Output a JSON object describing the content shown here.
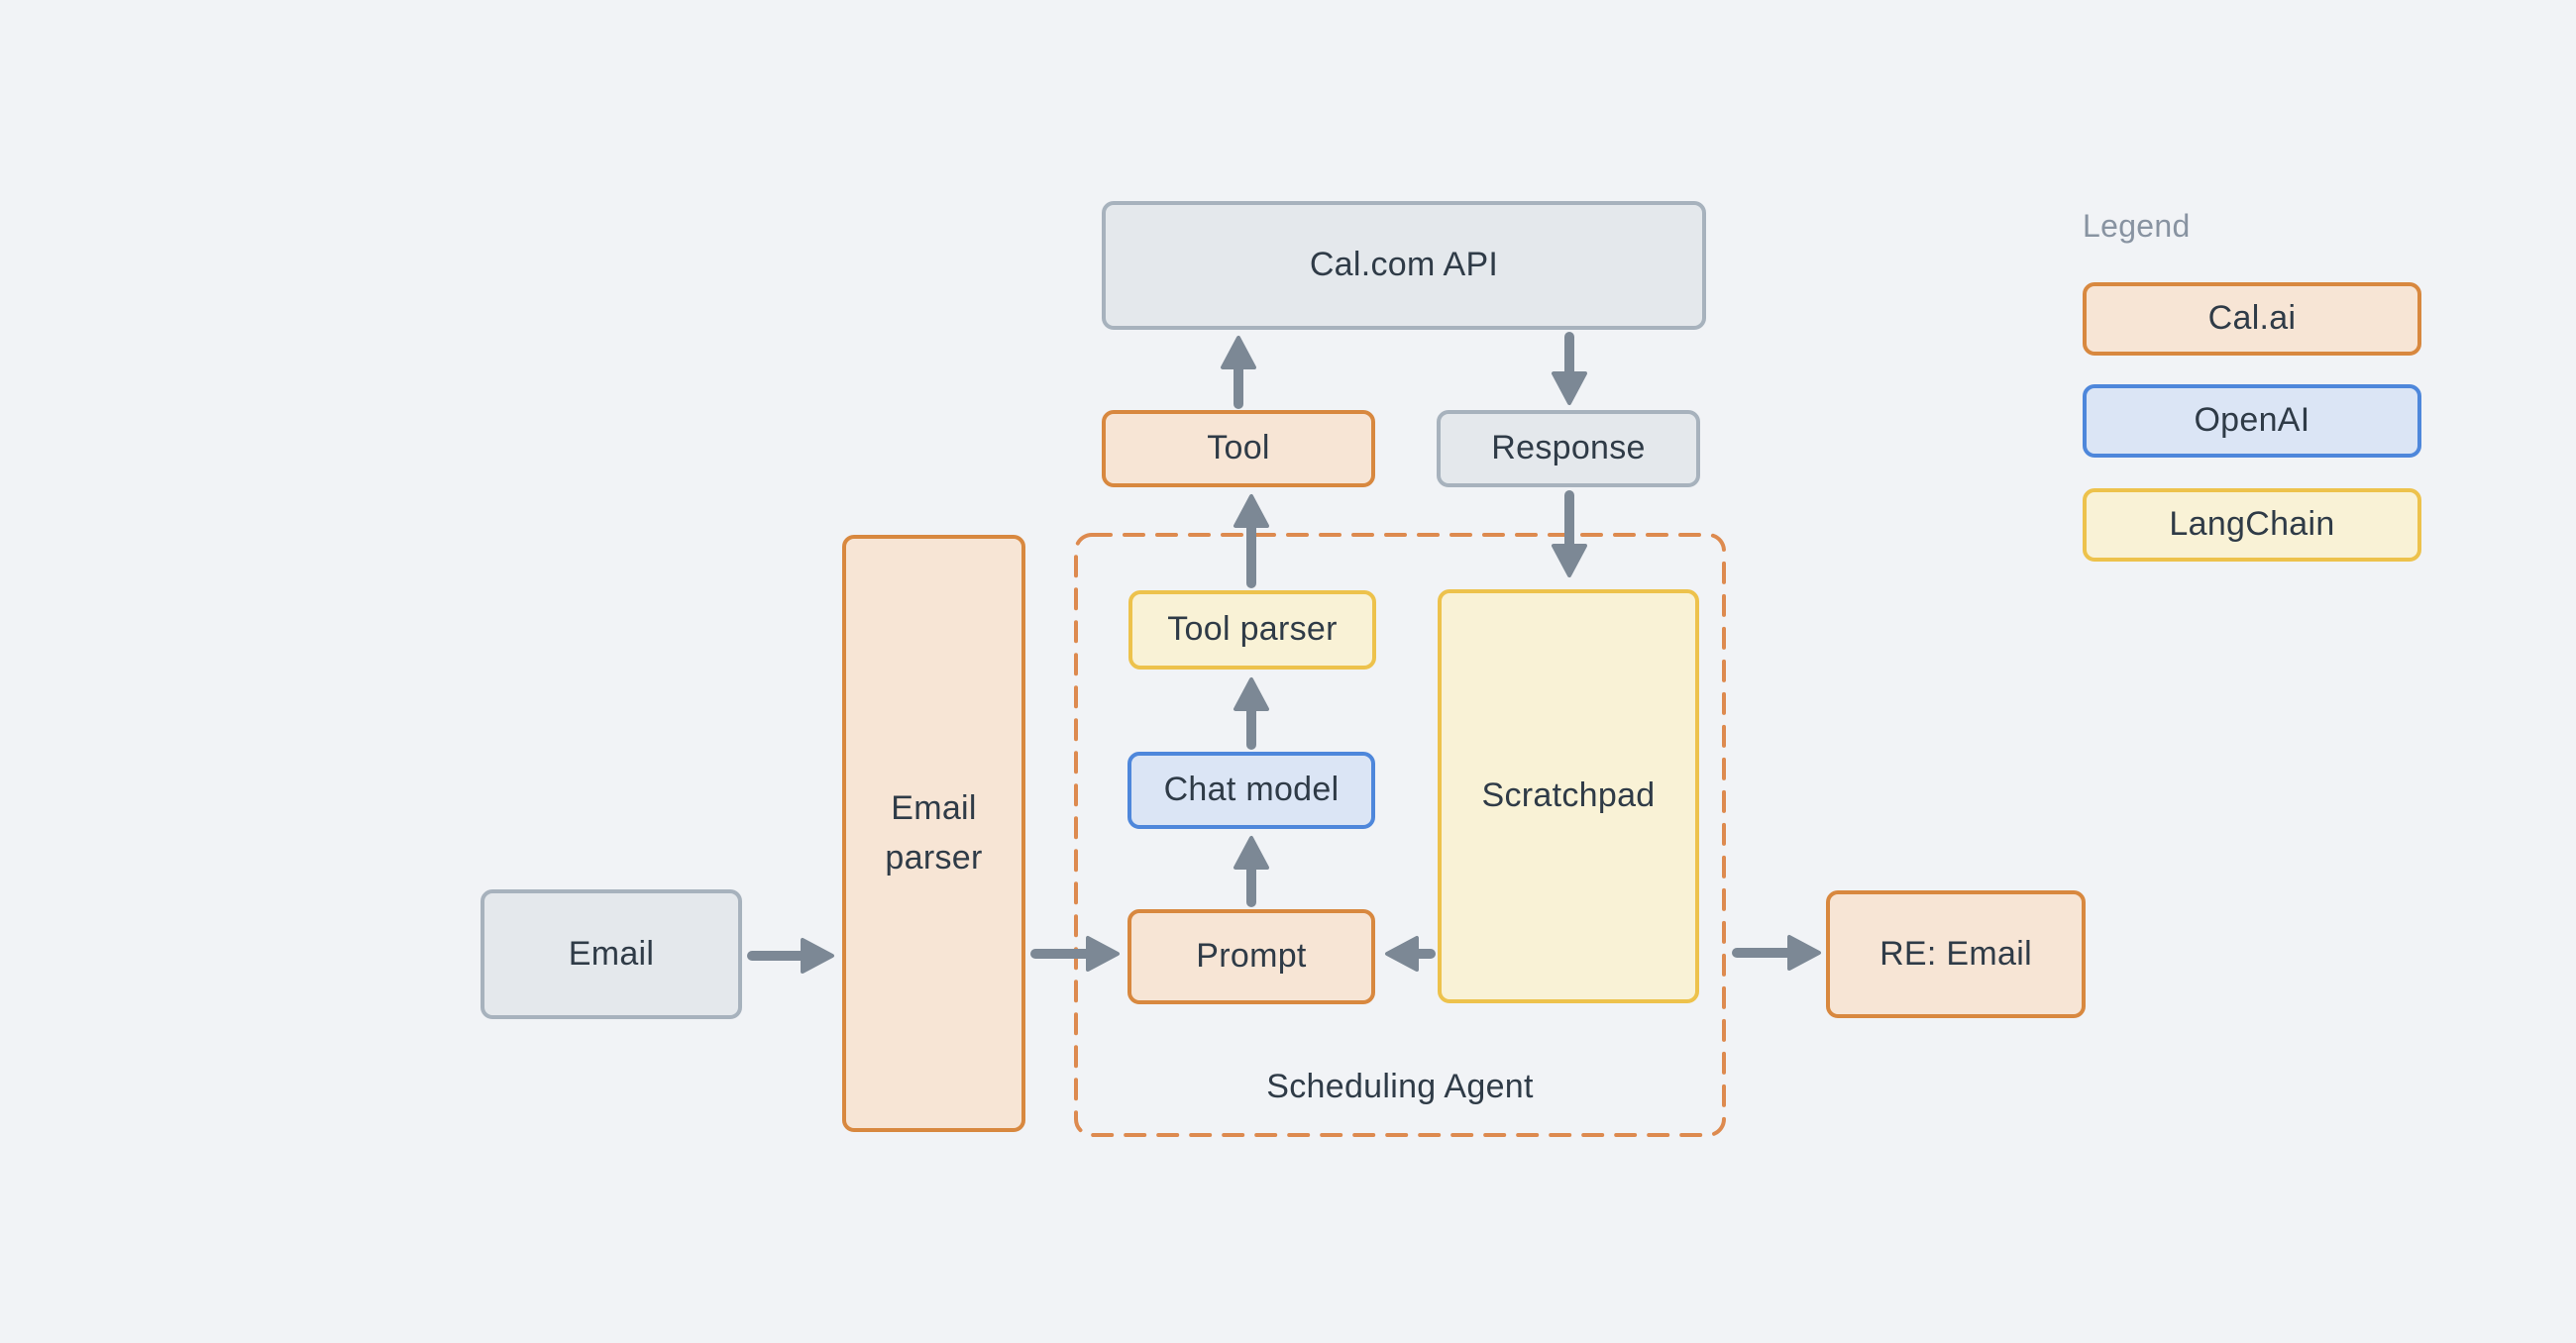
{
  "diagram": {
    "nodes": {
      "cal_api": {
        "label": "Cal.com API",
        "category": "gray"
      },
      "tool": {
        "label": "Tool",
        "category": "calai"
      },
      "response": {
        "label": "Response",
        "category": "gray"
      },
      "tool_parser": {
        "label": "Tool parser",
        "category": "langchain"
      },
      "chat_model": {
        "label": "Chat model",
        "category": "openai"
      },
      "prompt": {
        "label": "Prompt",
        "category": "calai"
      },
      "scratchpad": {
        "label": "Scratchpad",
        "category": "langchain"
      },
      "email": {
        "label": "Email",
        "category": "gray"
      },
      "email_parser": {
        "label": "Email parser",
        "category": "calai"
      },
      "re_email": {
        "label": "RE: Email",
        "category": "calai"
      }
    },
    "group": {
      "label": "Scheduling Agent"
    },
    "edges": [
      {
        "from": "Email",
        "to": "Email parser"
      },
      {
        "from": "Email parser",
        "to": "Prompt"
      },
      {
        "from": "Prompt",
        "to": "Chat model"
      },
      {
        "from": "Chat model",
        "to": "Tool parser"
      },
      {
        "from": "Tool parser",
        "to": "Tool"
      },
      {
        "from": "Tool",
        "to": "Cal.com API"
      },
      {
        "from": "Cal.com API",
        "to": "Response"
      },
      {
        "from": "Response",
        "to": "Scratchpad"
      },
      {
        "from": "Scratchpad",
        "to": "Prompt"
      },
      {
        "from": "Scheduling Agent",
        "to": "RE: Email"
      }
    ],
    "legend": {
      "title": "Legend",
      "items": [
        {
          "label": "Cal.ai",
          "category": "calai"
        },
        {
          "label": "OpenAI",
          "category": "openai"
        },
        {
          "label": "LangChain",
          "category": "langchain"
        }
      ]
    }
  },
  "palette": {
    "background": "#f1f3f6",
    "text": "#2f3b47",
    "muted": "#8893a1",
    "arrow": "#7c8895",
    "gray_fill": "#e4e8ec",
    "gray_border": "#a7b2bd",
    "calai_fill": "#f7e5d5",
    "calai_border": "#d8883f",
    "openai_fill": "#dbe5f5",
    "openai_border": "#4e87db",
    "langchain_fill": "#f9f2d6",
    "langchain_border": "#edc24c",
    "dash_border": "#dd8a4f"
  }
}
